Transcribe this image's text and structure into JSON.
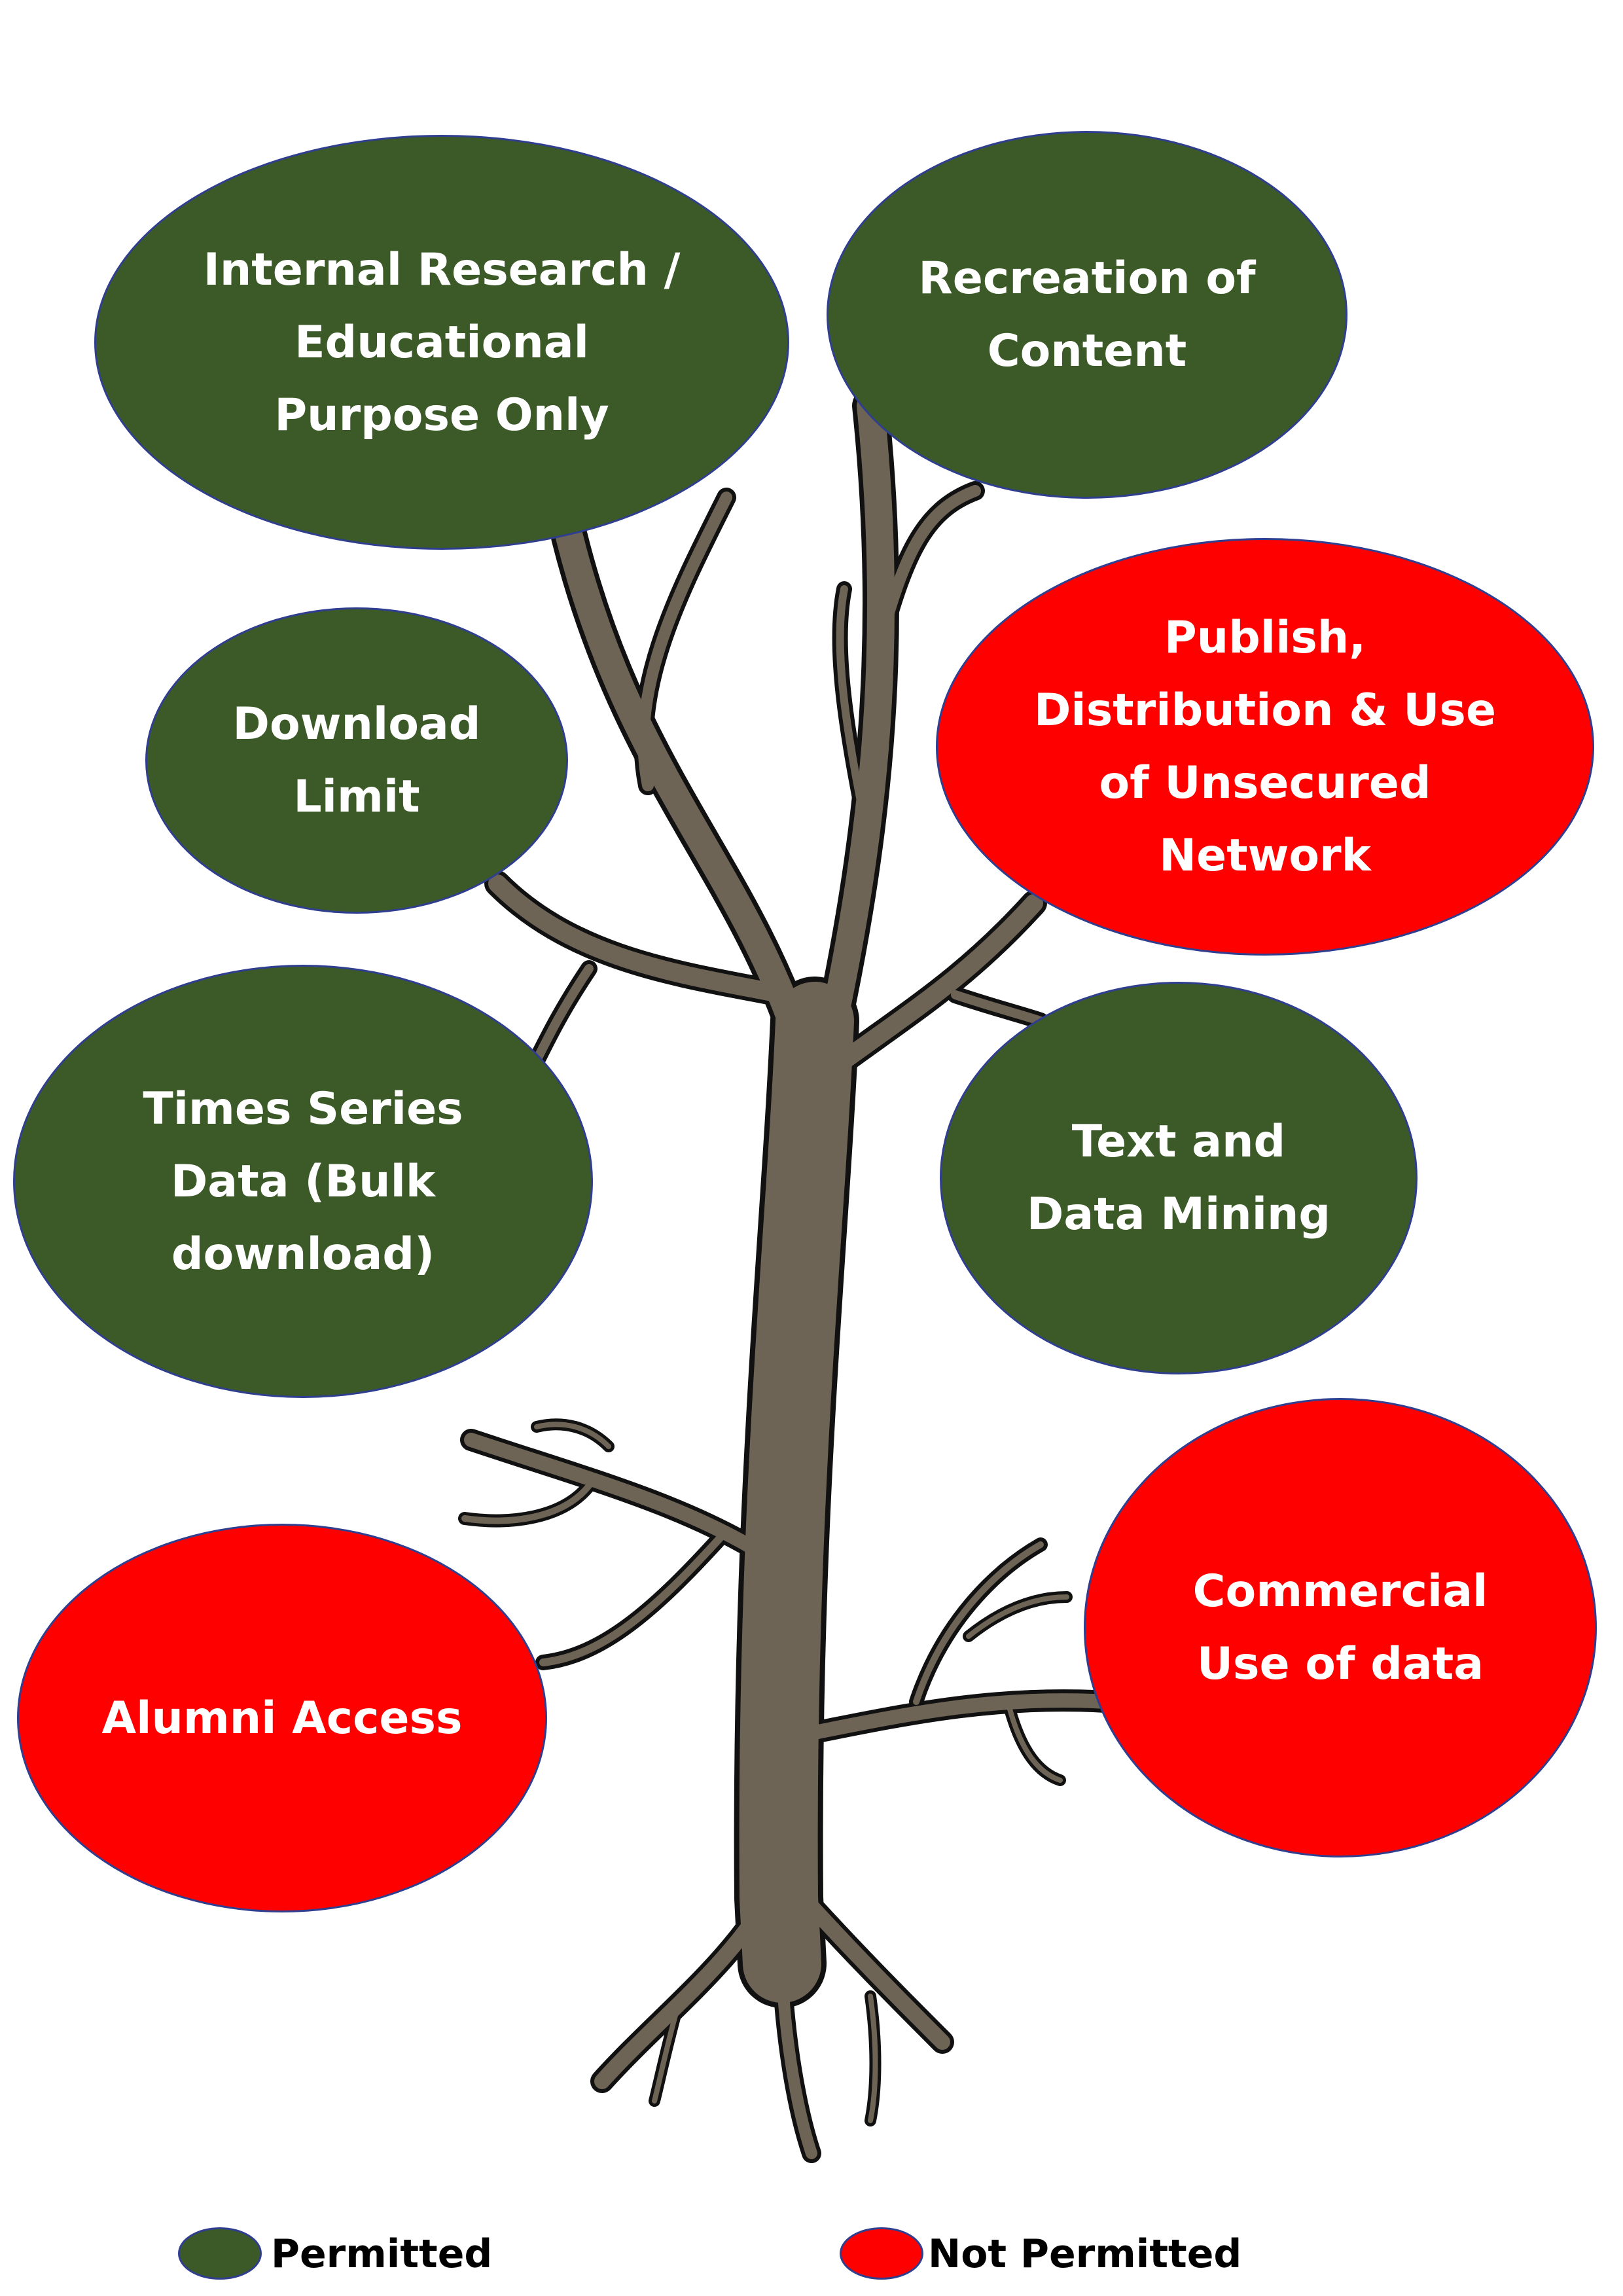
{
  "colors": {
    "permitted": "#3c5a28",
    "not_permitted": "#ff0000",
    "tree_fill": "#6e6456",
    "tree_outline": "#111111",
    "bubble_border": "#2f3e8f"
  },
  "nodes": {
    "internal_research": {
      "label": "Internal Research /\nEducational\nPurpose Only",
      "status": "permitted"
    },
    "recreation_of_content": {
      "label": "Recreation of\nContent",
      "status": "permitted"
    },
    "download_limit": {
      "label": "Download\nLimit",
      "status": "permitted"
    },
    "publish_distribution": {
      "label": "Publish,\nDistribution & Use\nof Unsecured\nNetwork",
      "status": "not_permitted"
    },
    "times_series": {
      "label": "Times Series\nData (Bulk\ndownload)",
      "status": "permitted"
    },
    "text_data_mining": {
      "label": "Text and\nData Mining",
      "status": "permitted"
    },
    "alumni_access": {
      "label": "Alumni Access",
      "status": "not_permitted"
    },
    "commercial_use": {
      "label": "Commercial\nUse of data",
      "status": "not_permitted"
    }
  },
  "legend": {
    "permitted": "Permitted",
    "not_permitted": "Not Permitted"
  }
}
